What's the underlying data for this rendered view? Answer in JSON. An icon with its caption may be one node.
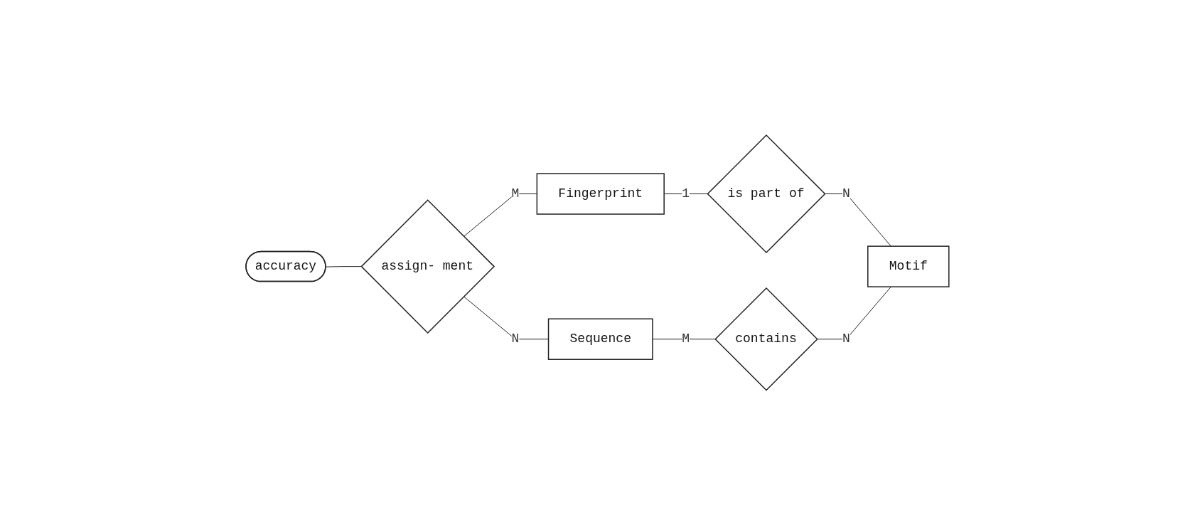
{
  "diagram": {
    "nodes": [
      {
        "text": [
          "accuracy"
        ]
      },
      {
        "text": [
          "assign- ment"
        ]
      },
      {
        "text": [
          "Fingerprint"
        ]
      },
      {
        "text": [
          "is part of"
        ]
      },
      {
        "text": [
          "Sequence"
        ]
      },
      {
        "text": [
          "contains"
        ]
      },
      {
        "text": [
          "Motif"
        ]
      }
    ],
    "edges": [
      {
        "from": 0,
        "to": 1,
        "arrow": "none"
      },
      {
        "from": 1,
        "to": 2,
        "arrow": "none",
        "label": "M"
      },
      {
        "from": 1,
        "to": 4,
        "arrow": "none",
        "label": "N"
      },
      {
        "from": 2,
        "to": 3,
        "arrow": "none",
        "label": "1"
      },
      {
        "from": 3,
        "to": 6,
        "arrow": "none",
        "label": "N"
      },
      {
        "from": 4,
        "to": 5,
        "arrow": "none",
        "label": "M"
      },
      {
        "from": 5,
        "to": 6,
        "arrow": "none",
        "label": "N"
      }
    ]
  }
}
